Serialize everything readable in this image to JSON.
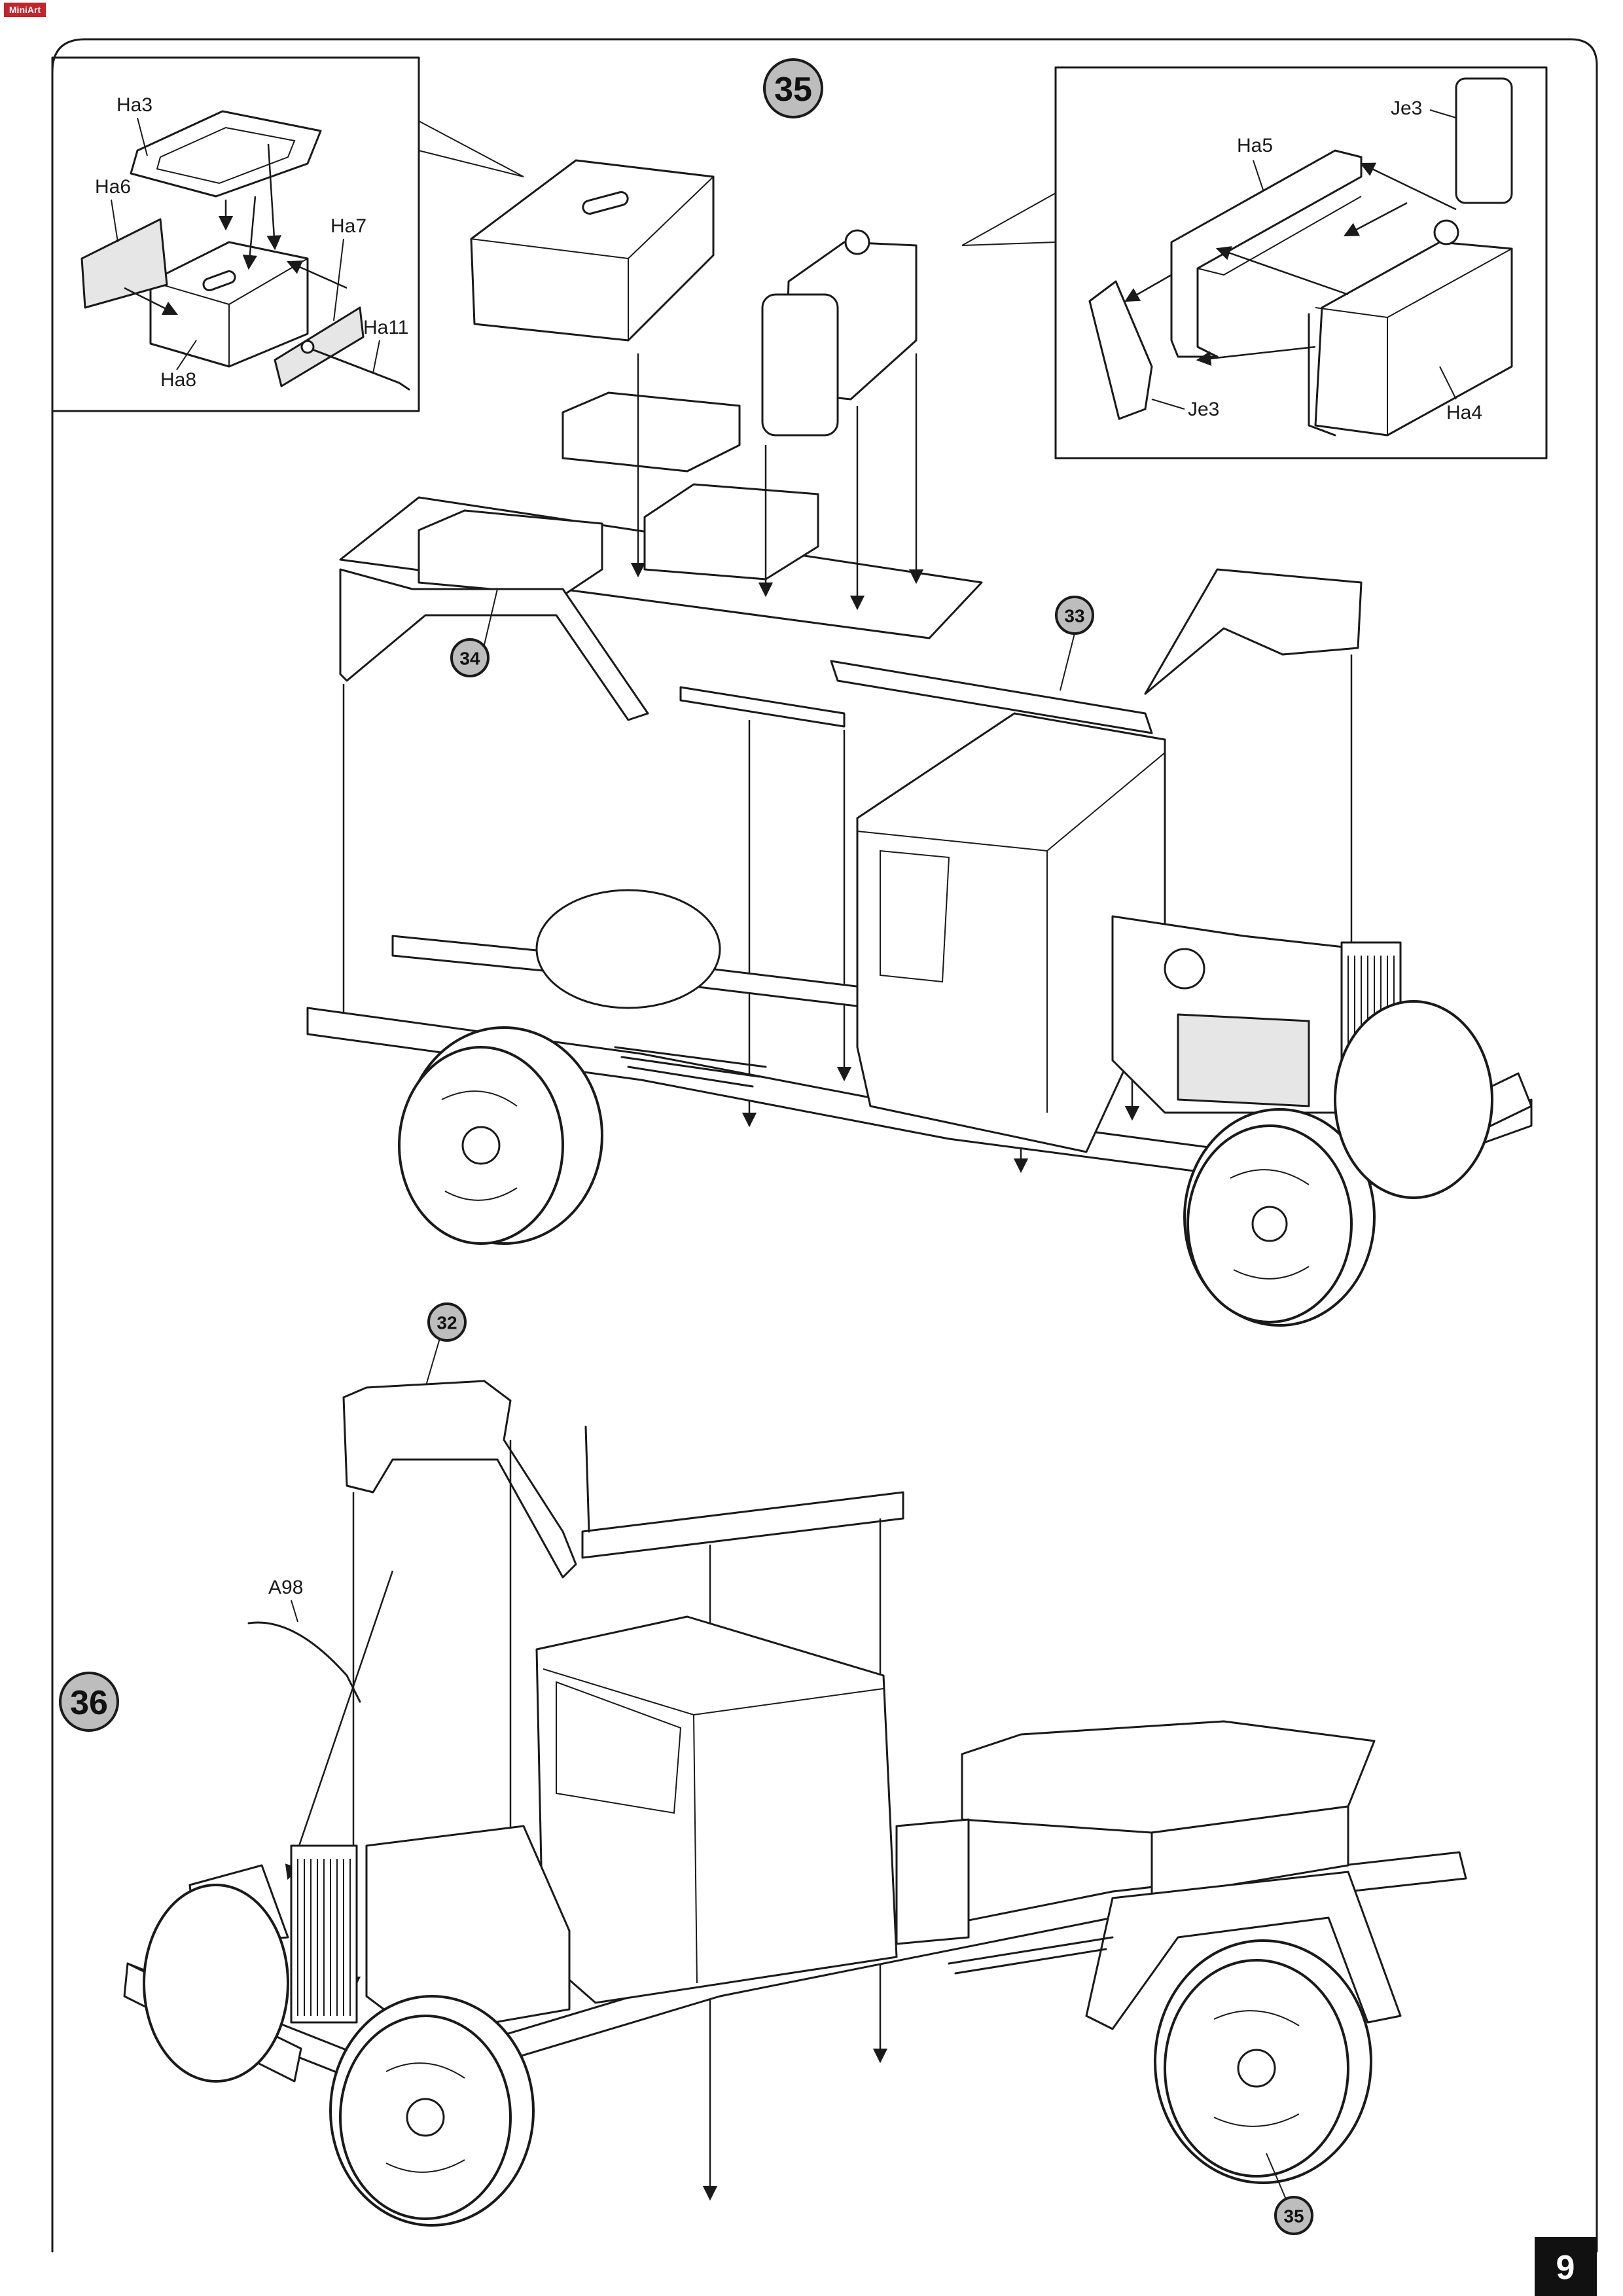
{
  "logo_text": "MiniArt",
  "page_number": "9",
  "steps": {
    "step35": "35",
    "step36": "36"
  },
  "references": {
    "ref34": "34",
    "ref33": "33",
    "ref32": "32",
    "ref35": "35"
  },
  "inset_left_labels": {
    "ha3": "Ha3",
    "ha6": "Ha6",
    "ha7": "Ha7",
    "ha11": "Ha11",
    "ha8": "Ha8"
  },
  "inset_right_labels": {
    "je3_top": "Je3",
    "ha5": "Ha5",
    "je3_bottom": "Je3",
    "ha4": "Ha4"
  },
  "part_labels": {
    "a98": "A98"
  },
  "colors": {
    "line": "#1a1a1a",
    "badge_fill": "#bdbdbd",
    "page_number_bg": "#111111",
    "page_number_text": "#ffffff"
  }
}
